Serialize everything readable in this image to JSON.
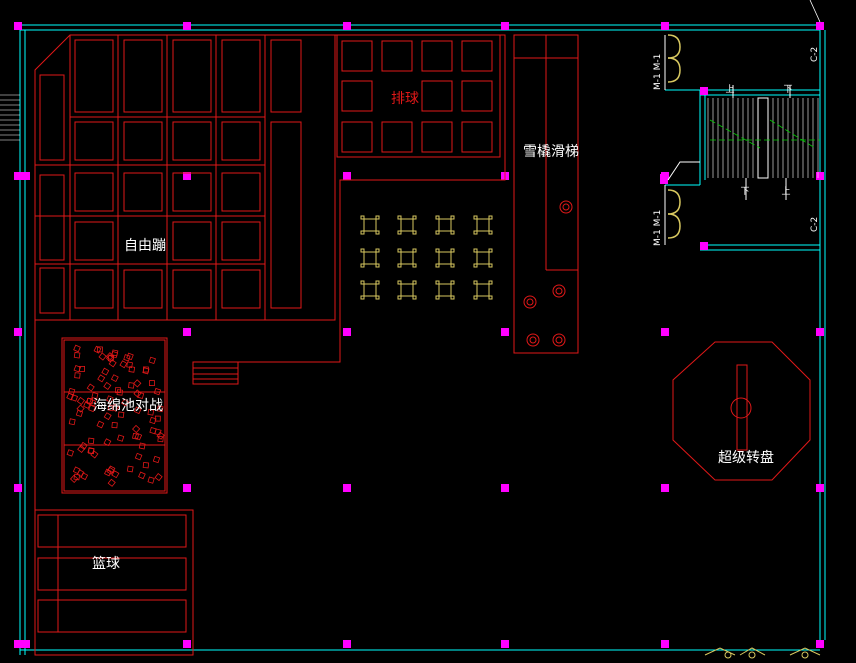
{
  "colors": {
    "background": "#000000",
    "red": "#e01818",
    "pink": "#ff00ff",
    "cyan": "#00ffff",
    "white": "#ffffff",
    "yellow": "#d8c860",
    "green": "#00d000"
  },
  "labels": {
    "free_climb": "自由蹦",
    "volleyball": "排球",
    "snow_slide": "雪橇滑梯",
    "sponge_pool": "海绵池对战",
    "basketball": "篮球",
    "super_turntable": "超级转盘",
    "stair_up_top": "上",
    "stair_down_top": "下",
    "stair_down_bottom": "下",
    "stair_up_bottom": "上",
    "door_mark_upper": "M-1 M-1",
    "door_mark_lower": "M-1 M-1",
    "side_mark_upper": "C-2",
    "side_mark_lower": "C-2"
  }
}
